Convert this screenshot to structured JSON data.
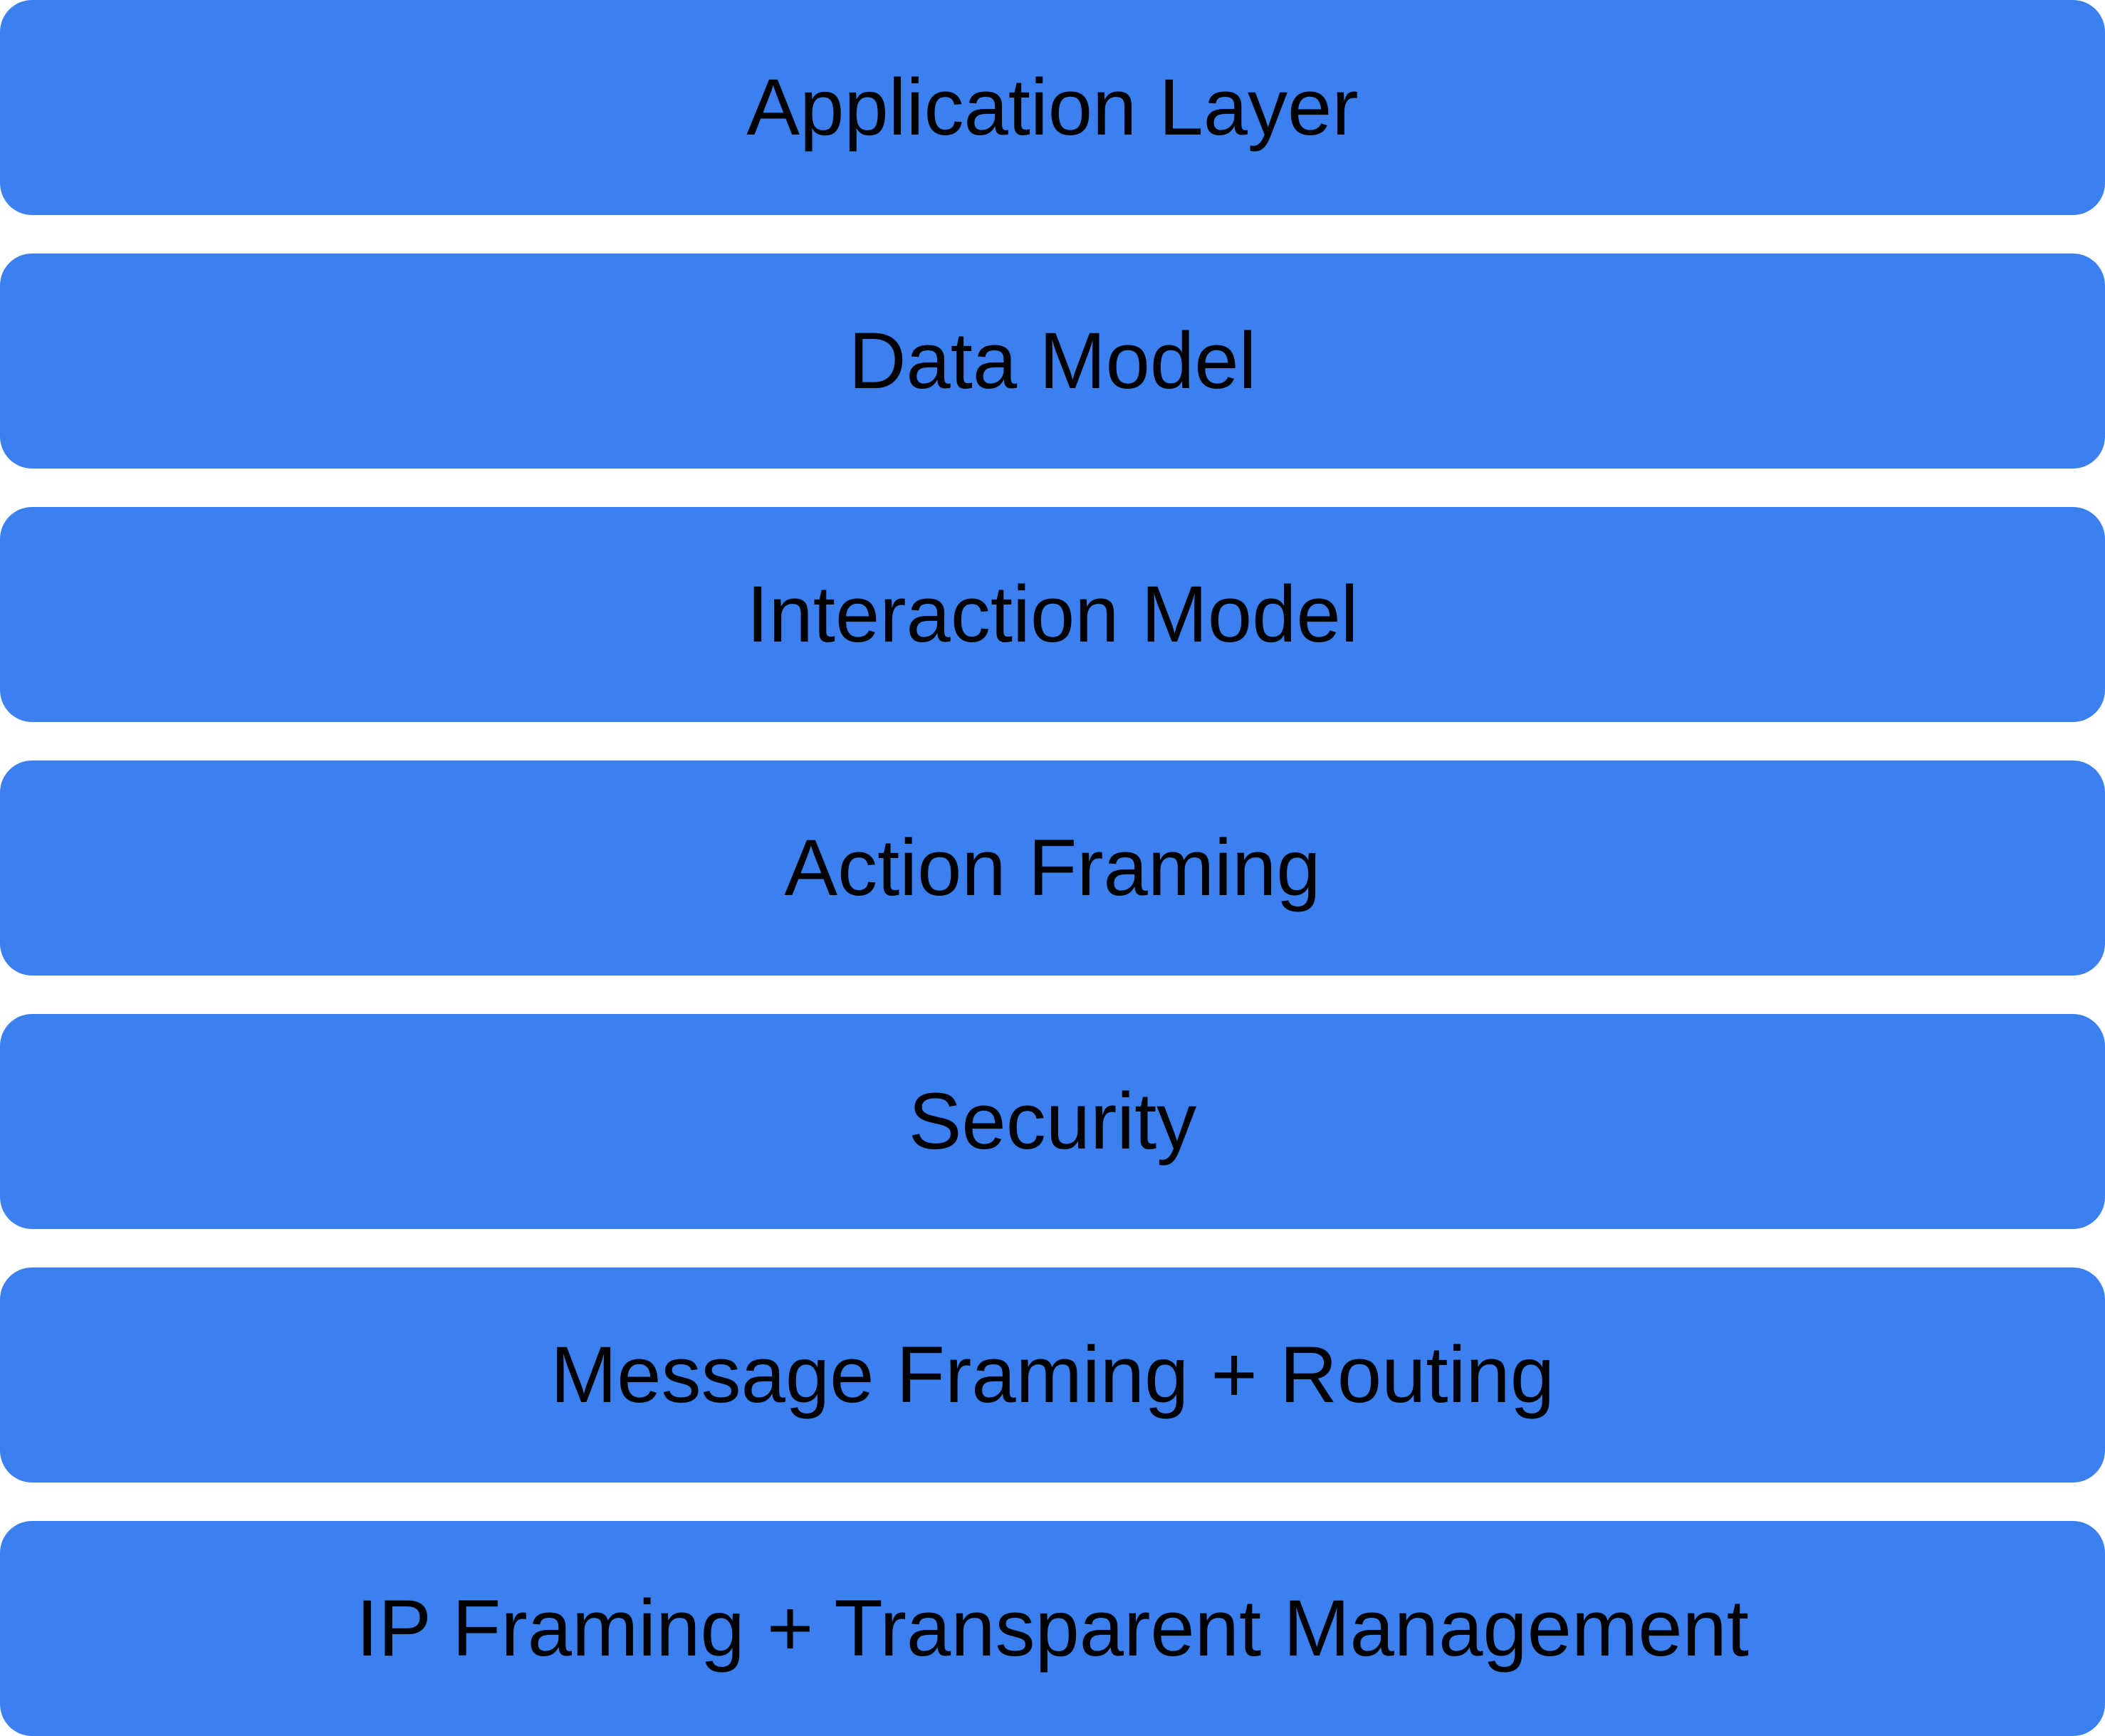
{
  "diagram": {
    "type": "layered-stack",
    "layers": [
      {
        "label": "Application Layer"
      },
      {
        "label": "Data Model"
      },
      {
        "label": "Interaction Model"
      },
      {
        "label": "Action Framing"
      },
      {
        "label": "Security"
      },
      {
        "label": "Message Framing + Routing"
      },
      {
        "label": "IP Framing + Transparent Management"
      }
    ],
    "colors": {
      "block": "#3B80EE",
      "text": "#000000",
      "background": "#FFFFFF"
    }
  }
}
